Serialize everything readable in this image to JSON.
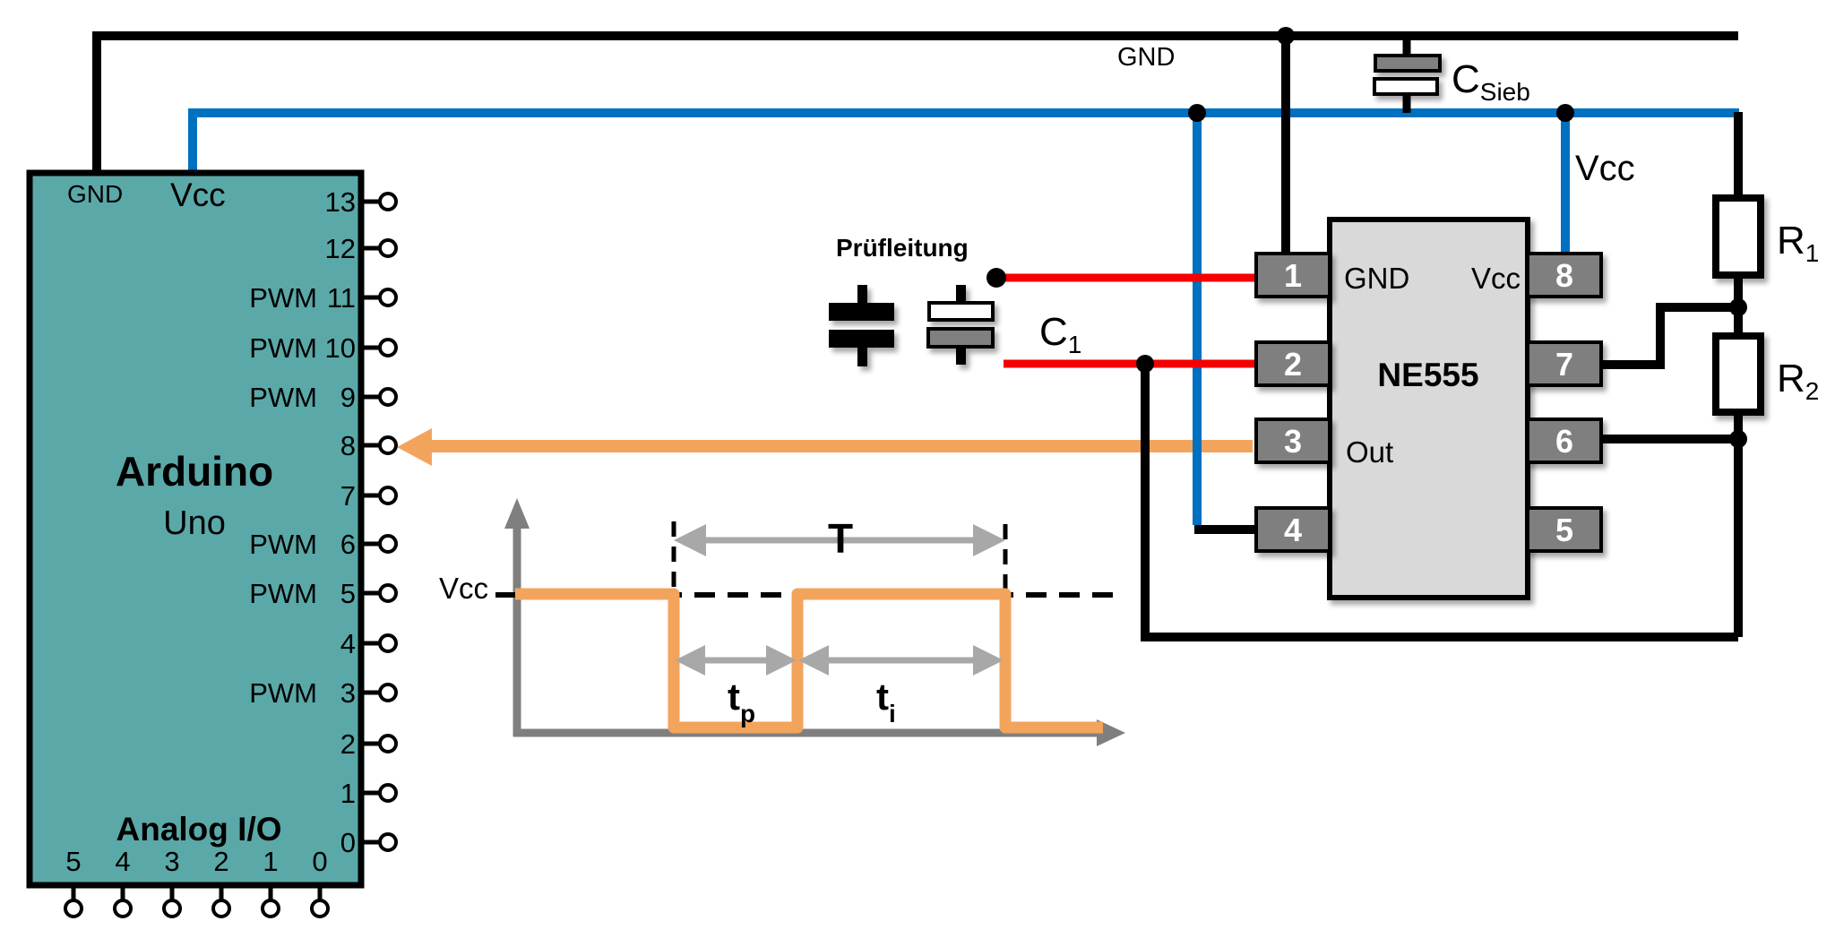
{
  "colors": {
    "board_fill": "#5BA8A8",
    "chip_fill": "#D9D9D9",
    "pin_fill": "#7F7F7F",
    "blue": "#0070C0",
    "red": "#F40000",
    "orange": "#F3A45C",
    "axis_gray": "#7F7F7F",
    "arrow_gray": "#A8A8A8",
    "dark_blue": "#1F4E79",
    "cap_gray": "#808080"
  },
  "rails": {
    "gnd_label": "GND",
    "vcc_drop_label": "Vcc"
  },
  "csieb": {
    "main": "C",
    "sub": "Sieb"
  },
  "test": {
    "pruefleitung_label": "Prüfleitung",
    "c1_main": "C",
    "c1_sub": "1"
  },
  "arduino": {
    "gnd_label": "GND",
    "vcc_label": "Vcc",
    "title": "Arduino",
    "subtitle": "Uno",
    "analog_label": "Analog I/O",
    "pwm_label": "PWM",
    "right_pins": [
      {
        "num": "13"
      },
      {
        "num": "12"
      },
      {
        "num": "11"
      },
      {
        "num": "10"
      },
      {
        "num": "9"
      },
      {
        "num": "8"
      },
      {
        "num": "7"
      },
      {
        "num": "6"
      },
      {
        "num": "5"
      },
      {
        "num": "4"
      },
      {
        "num": "3"
      },
      {
        "num": "2"
      },
      {
        "num": "1"
      },
      {
        "num": "0"
      }
    ],
    "bottom_pins": [
      "5",
      "4",
      "3",
      "2",
      "1",
      "0"
    ]
  },
  "ne555": {
    "title": "NE555",
    "gnd_label": "GND",
    "vcc_label": "Vcc",
    "out_label": "Out",
    "left_pins": [
      "1",
      "2",
      "3",
      "4"
    ],
    "right_pins": [
      "8",
      "7",
      "6",
      "5"
    ]
  },
  "resistors": {
    "r1_main": "R",
    "r1_sub": "1",
    "r2_main": "R",
    "r2_sub": "2"
  },
  "timing": {
    "vcc_label": "Vcc",
    "period_label": "T",
    "tp_main": "t",
    "tp_sub": "p",
    "ti_main": "t",
    "ti_sub": "i"
  }
}
